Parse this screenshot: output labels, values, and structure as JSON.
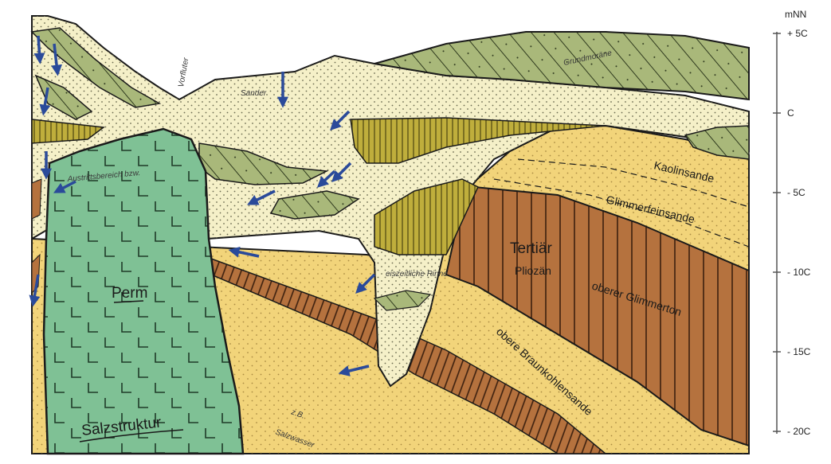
{
  "colors": {
    "background": "#ffffff",
    "quaternary_sand": "#f5f0c8",
    "till": "#a9b87a",
    "lignite_silt": "#bfae3c",
    "tertiary_sand": "#f2d47a",
    "clay": "#b5723e",
    "perm_salt": "#7fc195",
    "flow_arrow": "#2a4a9a",
    "outline": "#1a1a1a"
  },
  "axis": {
    "unit": "mNN",
    "ticks": [
      {
        "value": 50,
        "label": "+ 5C"
      },
      {
        "value": 0,
        "label": "C"
      },
      {
        "value": -50,
        "label": "- 5C"
      },
      {
        "value": -100,
        "label": "- 10C"
      },
      {
        "value": -150,
        "label": "- 15C"
      },
      {
        "value": -200,
        "label": "- 20C"
      }
    ]
  },
  "labels": {
    "grundmoraene": "Grundmoräne",
    "vorfluter": "Vorfluter",
    "sander": "Sander",
    "kaolinsande": "Kaolinsande",
    "glimmerfeinsande": "Glimmerfeinsande",
    "tertiaer": "Tertiär",
    "pliozaen": "Pliozän",
    "oberer_glimmerton": "oberer Glimmerton",
    "obere_braunkohlensande": "obere Braunkohlensande",
    "eiszeitliche_rinne": "eiszeitliche Rinne",
    "perm": "Perm",
    "salzstruktur": "Salzstruktur",
    "austrittsbereich": "Austrittsbereich bzw.",
    "salzwasser": "Salzwasser",
    "unteres_hinweis": "z.B."
  },
  "flow_arrows_count": 14
}
